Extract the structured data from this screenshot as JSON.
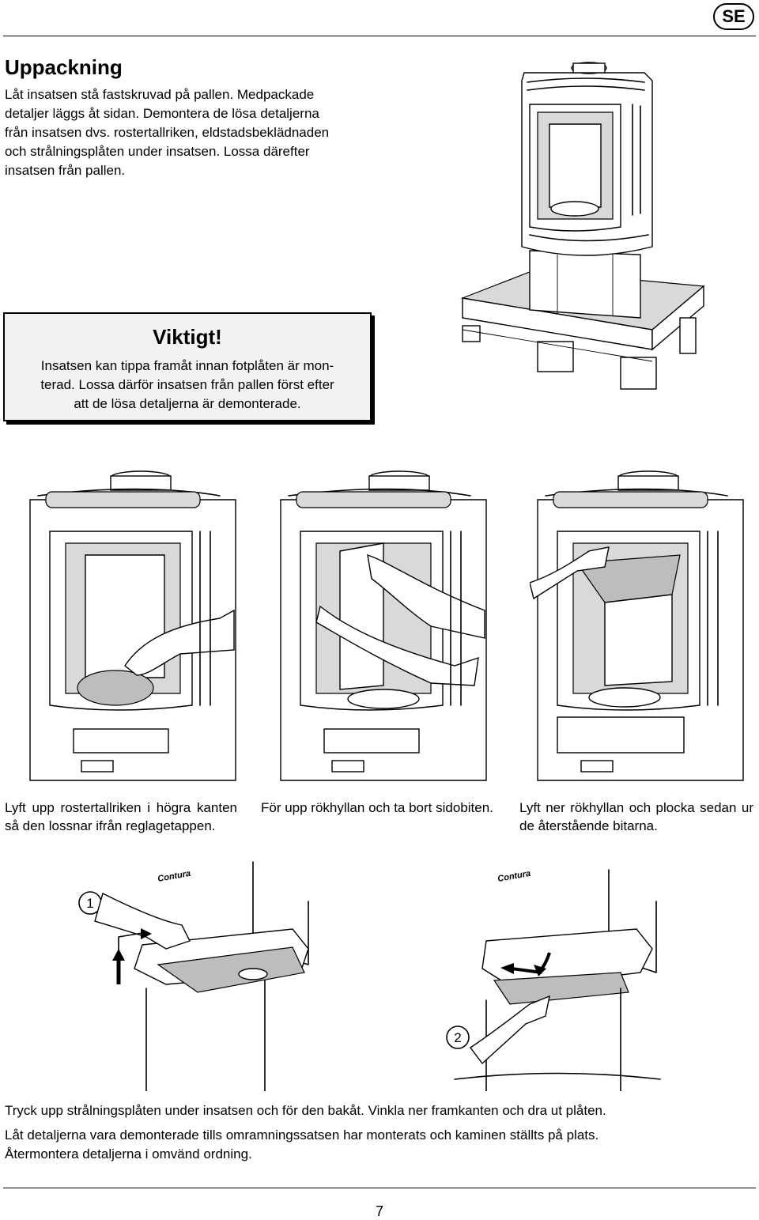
{
  "header": {
    "language_code": "SE"
  },
  "section": {
    "title": "Uppackning",
    "intro_lines": [
      "Låt insatsen stå fastskruvad på pallen. Medpackade",
      "detaljer läggs åt sidan. Demontera de lösa detaljerna",
      "från insatsen dvs. rostertallriken, eldstadsbeklädnaden",
      "och strålningsplåten under insatsen. Lossa därefter",
      "insatsen från pallen."
    ]
  },
  "warning": {
    "title": "Viktigt!",
    "lines": [
      "Insatsen kan tippa framåt innan fotplåten är mon-",
      "terad. Lossa därför insatsen från pallen först efter",
      "att de lösa detaljerna är demonterade."
    ]
  },
  "captions": {
    "step1": "Lyft upp rostertallriken i högra kanten så den lossnar ifrån reglagetappen.",
    "step2": "För upp rökhyllan och ta bort sidobiten.",
    "step3": "Lyft ner rökhyllan och plocka sedan ur de återstående bitarna."
  },
  "figure_labels": {
    "callout_1": "1",
    "callout_2": "2",
    "brand_mark": "Contura"
  },
  "bottom": {
    "line1": "Tryck upp strålningsplåten under insatsen och för den bakåt. Vinkla ner framkanten och dra ut plåten.",
    "line2": "Låt detaljerna vara demonterade tills omramningssatsen har monterats och kaminen ställts på plats.",
    "line3": "Återmontera detaljerna i omvänd ordning."
  },
  "footer": {
    "page_number": "7"
  }
}
